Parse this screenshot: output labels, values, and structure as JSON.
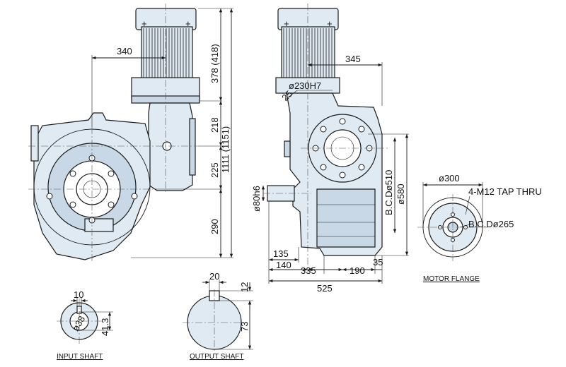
{
  "dimensions": {
    "d340": "340",
    "d378": "378 (418)",
    "d218": "218",
    "d1111": "1111 (1151)",
    "d225": "225",
    "d290": "290",
    "d345": "345",
    "d230h7": "ø230H7",
    "d25": "25",
    "d80h6": "ø80h6",
    "bcd510": "B.C.Dø510",
    "d580": "ø580",
    "d135": "135",
    "d140": "140",
    "d335": "335",
    "d190": "190",
    "d35": "35",
    "d525": "525",
    "d300": "ø300",
    "tap": "4-M12 TAP THRU",
    "bcd265": "B.C.Dø265",
    "d10": "10",
    "d38": "ø38",
    "d41": "41.3",
    "d20": "20",
    "d12": "12",
    "d73": "73"
  },
  "captions": {
    "motor_flange": "MOTOR FLANGE",
    "input_shaft": "INPUT SHAFT",
    "output_shaft": "OUTPUT SHAFT"
  },
  "colors": {
    "body_fill": "#dfeaf3",
    "line": "#1a1a1a"
  }
}
